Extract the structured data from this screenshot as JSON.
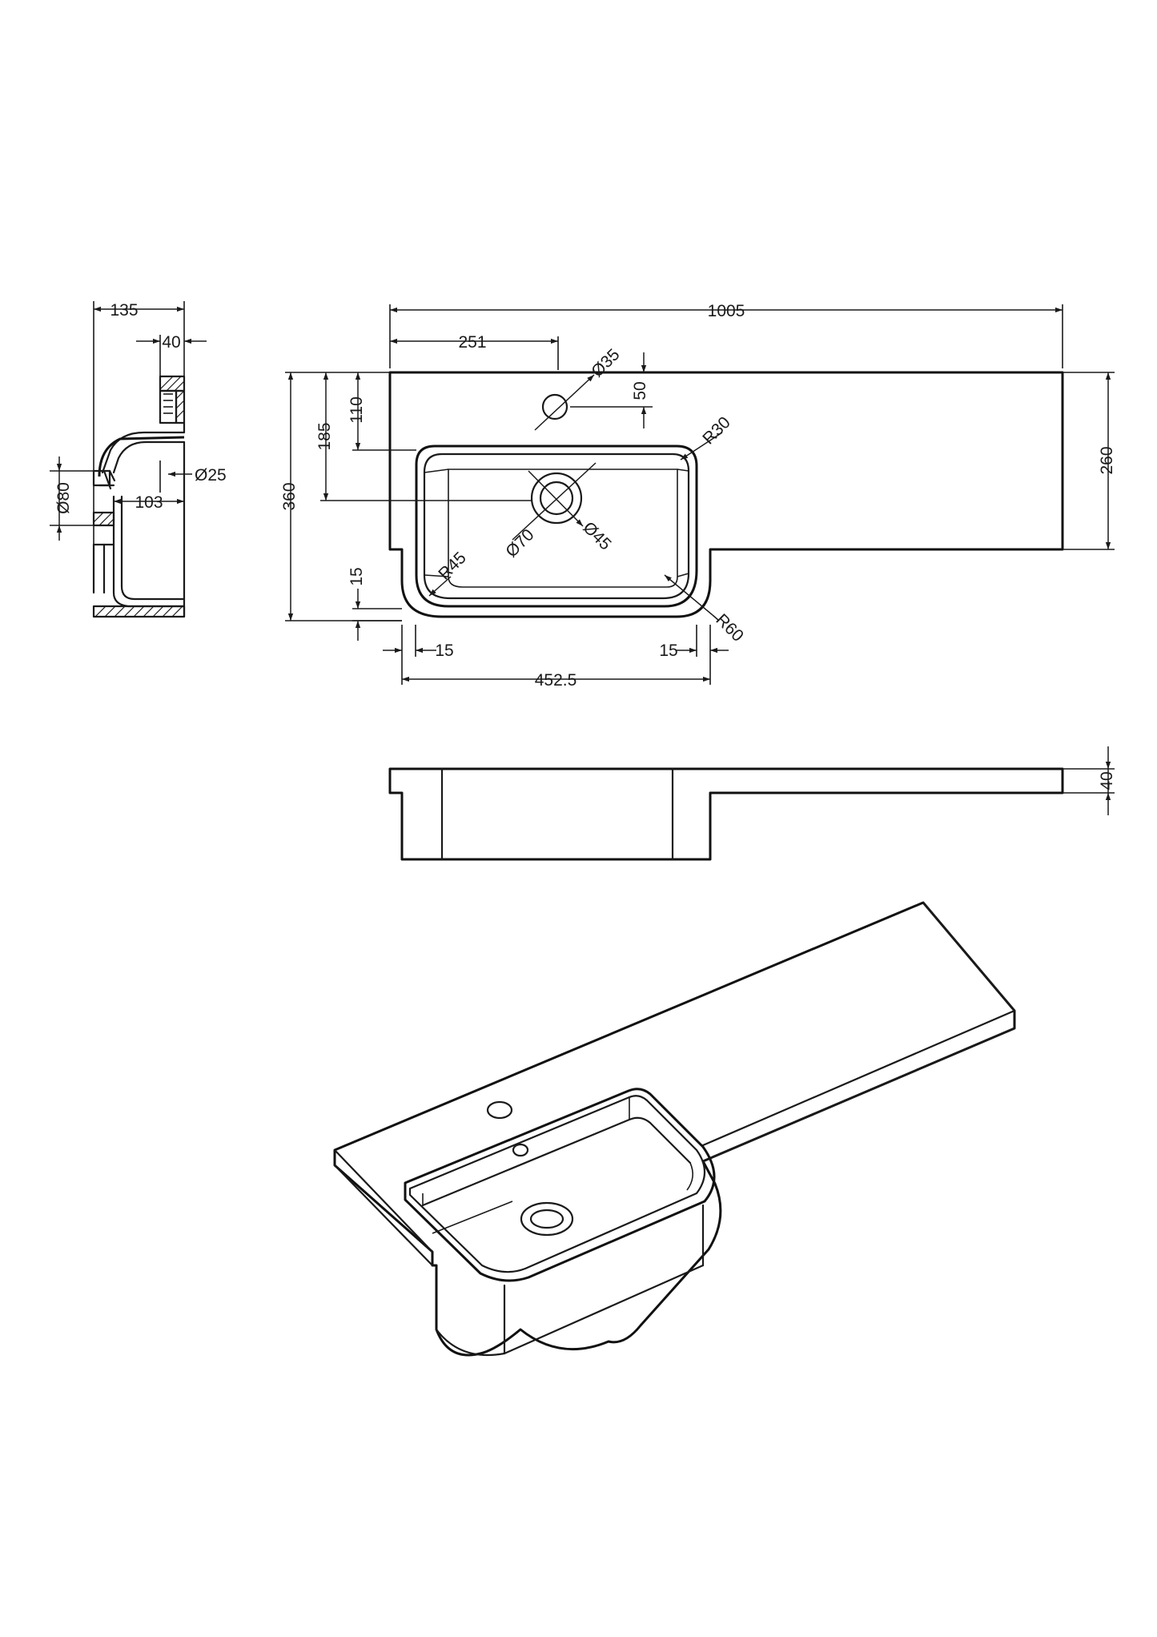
{
  "dimensions": {
    "side_width": "135",
    "side_top": "40",
    "side_waste": "Ø25",
    "side_inner": "103",
    "side_outlet": "Ø80",
    "overall_length": "1005",
    "tap_offset": "251",
    "tap_hole": "Ø35",
    "tap_depth": "50",
    "bowl_corner": "R30",
    "top_to_tap": "110",
    "top_to_waste": "185",
    "overall_depth": "360",
    "shelf_depth": "260",
    "waste_outer": "Ø70",
    "waste_inner": "Ø45",
    "bowl_inner_radius": "R45",
    "bowl_outer_radius": "R60",
    "lip_depth": "15",
    "left_margin": "15",
    "right_margin": "15",
    "bowl_width": "452.5",
    "thickness": "40"
  }
}
